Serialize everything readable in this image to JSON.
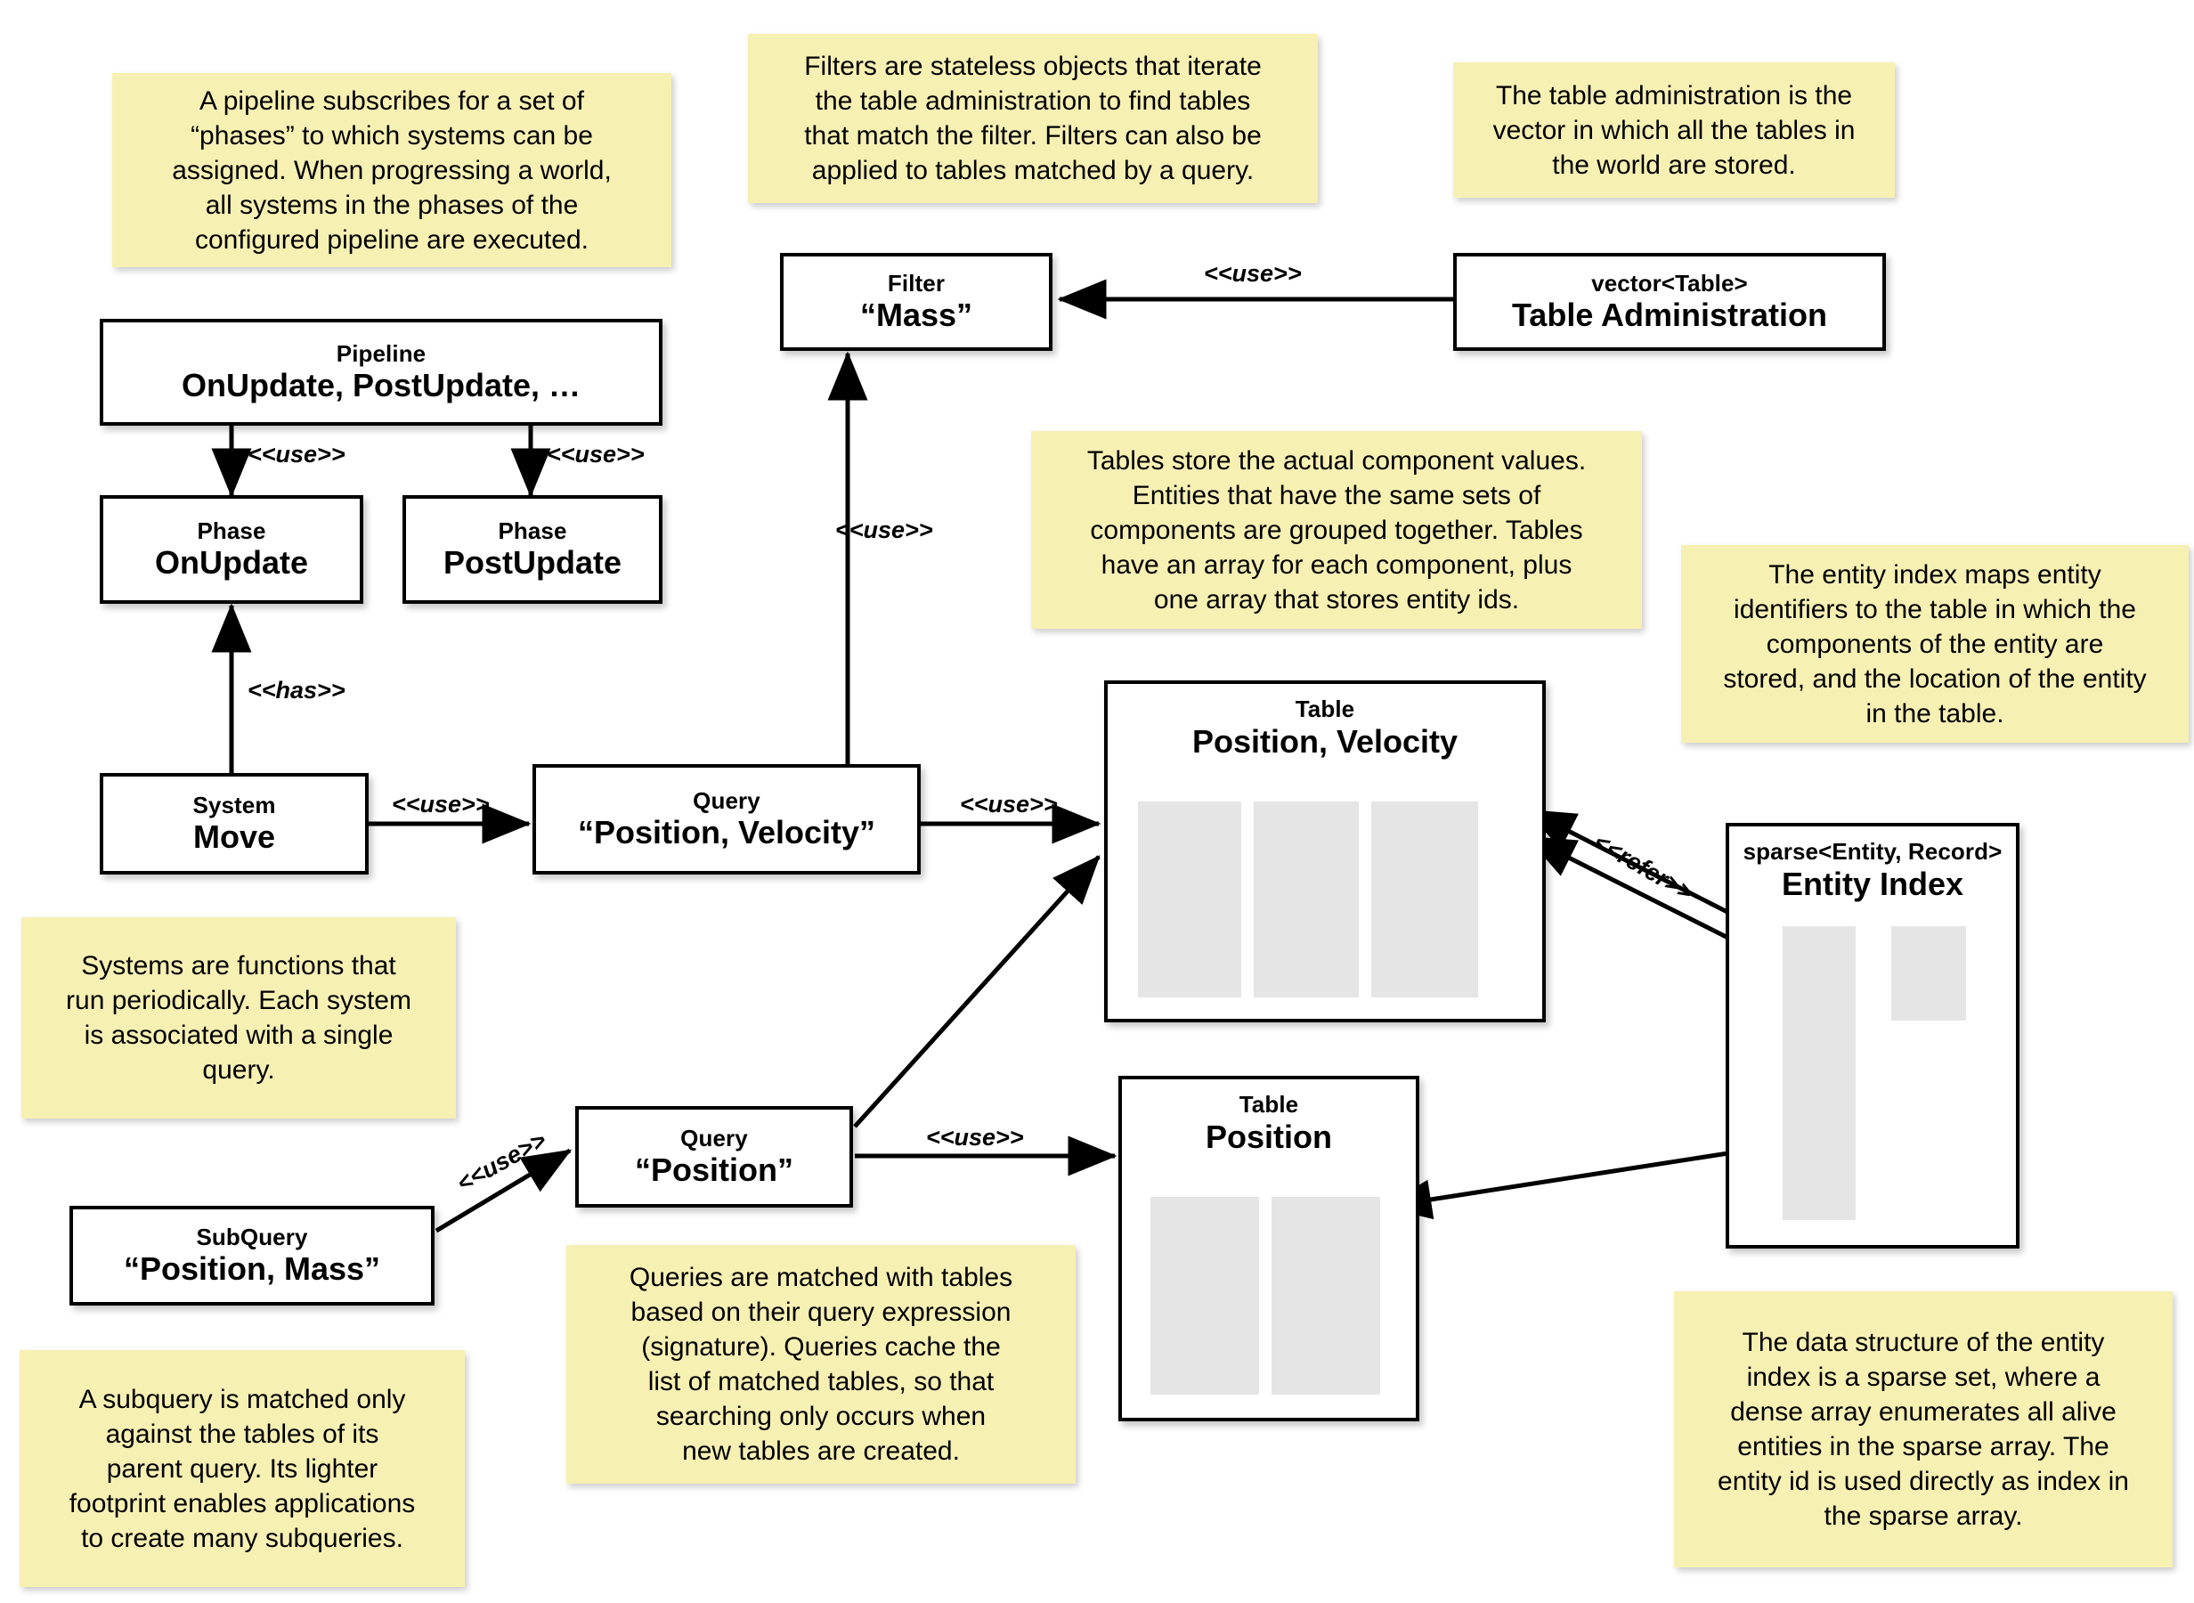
{
  "notes": [
    {
      "id": "note-pipeline",
      "text": "A pipeline subscribes for a set of\n“phases” to which systems can be\nassigned. When progressing a world,\nall systems in the phases of the\nconfigured pipeline are executed."
    },
    {
      "id": "note-filter",
      "text": "Filters are stateless objects that iterate\nthe table administration to find tables\nthat match the filter. Filters can also be\napplied to tables matched by a query."
    },
    {
      "id": "note-tableadmin",
      "text": "The table administration is the\nvector in which all the tables in\nthe world are stored."
    },
    {
      "id": "note-tables",
      "text": "Tables store the actual component values.\nEntities that have the same sets of\ncomponents are grouped together. Tables\nhave an array for each component, plus\none array that stores entity ids."
    },
    {
      "id": "note-entityindex",
      "text": "The entity index maps entity\nidentifiers to the table in which the\ncomponents of the entity are\nstored, and the location of the entity\nin the table."
    },
    {
      "id": "note-systems",
      "text": "Systems are functions that\nrun periodically. Each system\nis associated with a single\nquery."
    },
    {
      "id": "note-queries",
      "text": "Queries are matched with tables\nbased on their query expression\n(signature). Queries cache the\nlist of matched tables, so that\nsearching only occurs when\nnew tables are created."
    },
    {
      "id": "note-subquery",
      "text": "A subquery is matched only\nagainst the tables of its\nparent query. Its lighter\nfootprint enables applications\nto create many subqueries."
    },
    {
      "id": "note-sparseset",
      "text": "The data structure of the entity\nindex is a sparse set, where a\ndense array enumerates all alive\nentities in the sparse array. The\nentity id is used directly as index in\nthe sparse array."
    }
  ],
  "boxes": {
    "pipeline": {
      "stereotype": "Pipeline",
      "title": "OnUpdate, PostUpdate, …"
    },
    "phase_onupdate": {
      "stereotype": "Phase",
      "title": "OnUpdate"
    },
    "phase_postupdate": {
      "stereotype": "Phase",
      "title": "PostUpdate"
    },
    "system_move": {
      "stereotype": "System",
      "title": "Move"
    },
    "query_pos_vel": {
      "stereotype": "Query",
      "title": "“Position, Velocity”"
    },
    "query_pos": {
      "stereotype": "Query",
      "title": "“Position”"
    },
    "subquery": {
      "stereotype": "SubQuery",
      "title": "“Position, Mass”"
    },
    "filter_mass": {
      "stereotype": "Filter",
      "title": "“Mass”"
    },
    "table_admin": {
      "stereotype": "vector<Table>",
      "title": "Table Administration"
    },
    "table_pos_vel": {
      "stereotype": "Table",
      "title": "Position, Velocity"
    },
    "table_pos": {
      "stereotype": "Table",
      "title": "Position"
    },
    "entity_index": {
      "stereotype": "sparse<Entity, Record>",
      "title": "Entity Index"
    }
  },
  "edge_labels": {
    "pipeline_onupdate": "<<use>>",
    "pipeline_postupdate": "<<use>>",
    "system_has_phase": "<<has>>",
    "system_uses_query": "<<use>>",
    "query_uses_filter": "<<use>>",
    "tableadmin_uses_filter": "<<use>>",
    "query_uses_table": "<<use>>",
    "subquery_uses_query": "<<use>>",
    "querypos_uses_table": "<<use>>",
    "entityindex_refer": "<<refer>>"
  },
  "colors": {
    "note_background": "#F7F0B3",
    "box_border": "#000000",
    "box_background": "#FFFFFF",
    "array_fill": "#E5E5E5",
    "page_background": "#FFFFFF"
  }
}
